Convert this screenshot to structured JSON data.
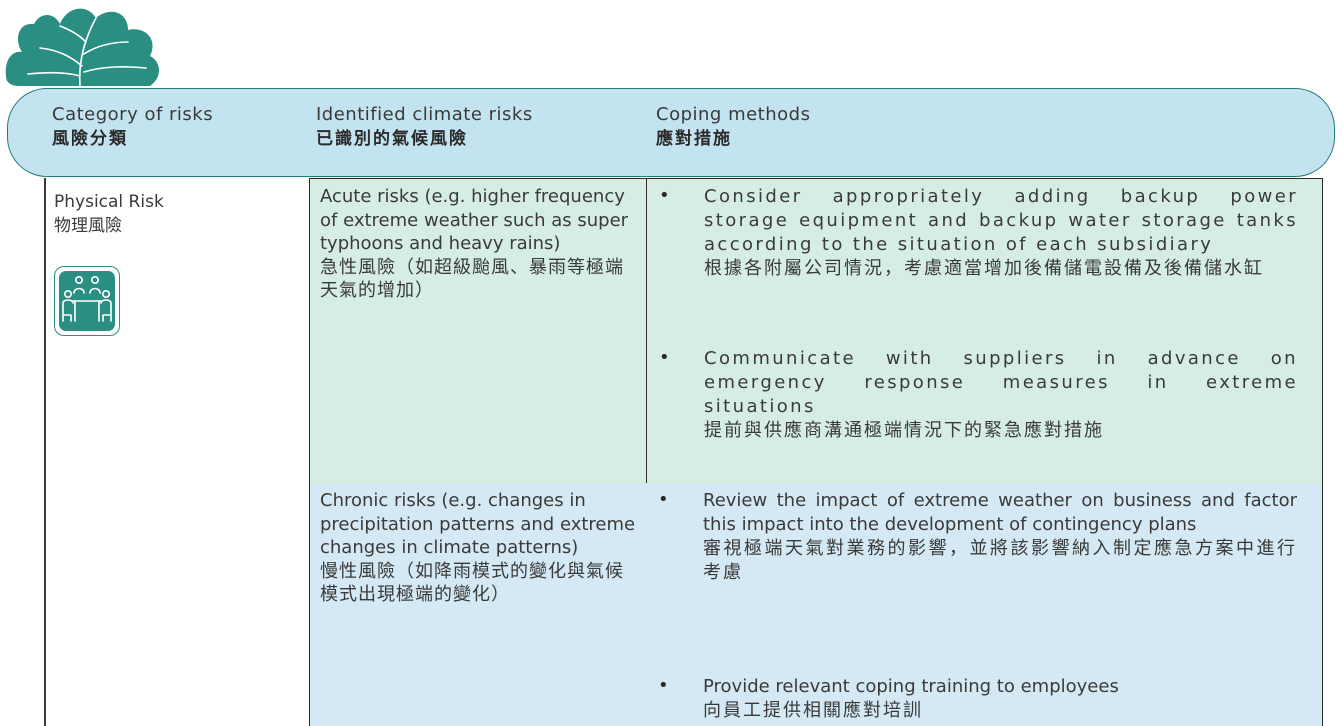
{
  "header": {
    "col1_en": "Category of risks",
    "col1_zh": "風險分類",
    "col2_en": "Identified climate risks",
    "col2_zh": "已識別的氣候風險",
    "col3_en": "Coping methods",
    "col3_zh": "應對措施"
  },
  "category": {
    "title_en": "Physical Risk",
    "title_zh": "物理風險",
    "icon": "people-meeting-icon"
  },
  "rows": [
    {
      "cause_en": "Acute risks (e.g. higher frequency of extreme weather such as super typhoons and heavy rains)",
      "cause_zh": "急性風險（如超級颱風、暴雨等極端天氣的增加）",
      "measures": [
        {
          "en": "Consider appropriately adding backup power storage equipment and backup water storage tanks according to the situation of each subsidiary",
          "zh": "根據各附屬公司情況，考慮適當增加後備儲電設備及後備儲水缸"
        },
        {
          "en": "Communicate with suppliers in advance on emergency response measures in extreme situations",
          "zh": "提前與供應商溝通極端情況下的緊急應對措施"
        }
      ]
    },
    {
      "cause_en": "Chronic risks (e.g. changes in precipitation patterns and extreme changes in climate patterns)",
      "cause_zh": "慢性風險（如降雨模式的變化與氣候模式出現極端的變化）",
      "measures": [
        {
          "en": "Review the impact of extreme weather on business and factor this impact into the development of contingency plans",
          "zh": "審視極端天氣對業務的影響，並將該影響納入制定應急方案中進行考慮"
        },
        {
          "en": "Provide relevant coping training to employees",
          "zh": "向員工提供相關應對培訓"
        }
      ]
    }
  ],
  "bullet_char": "•",
  "colors": {
    "accent_teal": "#2a8f82",
    "header_blue": "#c4e3f0",
    "cell_green": "#d5ede2",
    "cell_blue": "#d4e9f3"
  }
}
